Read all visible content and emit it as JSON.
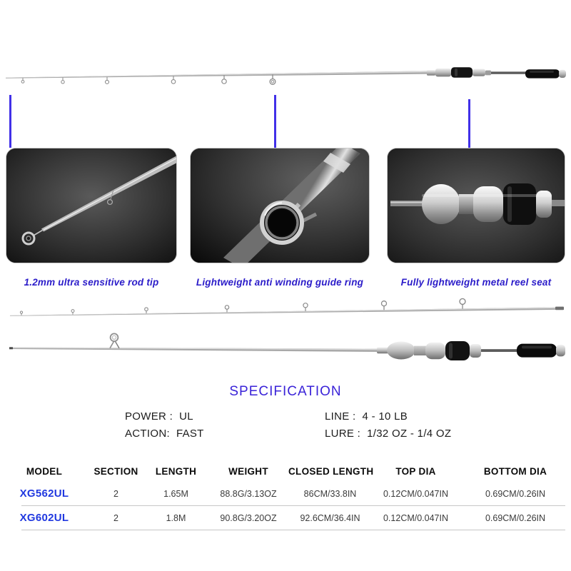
{
  "colors": {
    "accent_purple": "#3a23d8",
    "caption_blue": "#2b1cc9",
    "model_blue": "#2038e0",
    "connector_blue": "#4130e8"
  },
  "features": [
    {
      "caption": "1.2mm ultra sensitive rod tip"
    },
    {
      "caption": "Lightweight anti winding guide ring"
    },
    {
      "caption": "Fully lightweight metal reel seat"
    }
  ],
  "specification": {
    "title": "SPECIFICATION",
    "items": [
      {
        "label": "POWER :",
        "value": "UL"
      },
      {
        "label": "ACTION:",
        "value": "FAST"
      },
      {
        "label": "LINE :",
        "value": "4 - 10 LB"
      },
      {
        "label": "LURE :",
        "value": "1/32 OZ - 1/4 OZ"
      }
    ]
  },
  "table": {
    "headers": [
      "MODEL",
      "SECTION",
      "LENGTH",
      "WEIGHT",
      "CLOSED LENGTH",
      "TOP DIA",
      "BOTTOM DIA"
    ],
    "rows": [
      {
        "model": "XG562UL",
        "section": "2",
        "length": "1.65M",
        "weight": "88.8G/3.13OZ",
        "closed_length": "86CM/33.8IN",
        "top_dia": "0.12CM/0.047IN",
        "bottom_dia": "0.69CM/0.26IN"
      },
      {
        "model": "XG602UL",
        "section": "2",
        "length": "1.8M",
        "weight": "90.8G/3.20OZ",
        "closed_length": "92.6CM/36.4IN",
        "top_dia": "0.12CM/0.047IN",
        "bottom_dia": "0.69CM/0.26IN"
      }
    ]
  }
}
